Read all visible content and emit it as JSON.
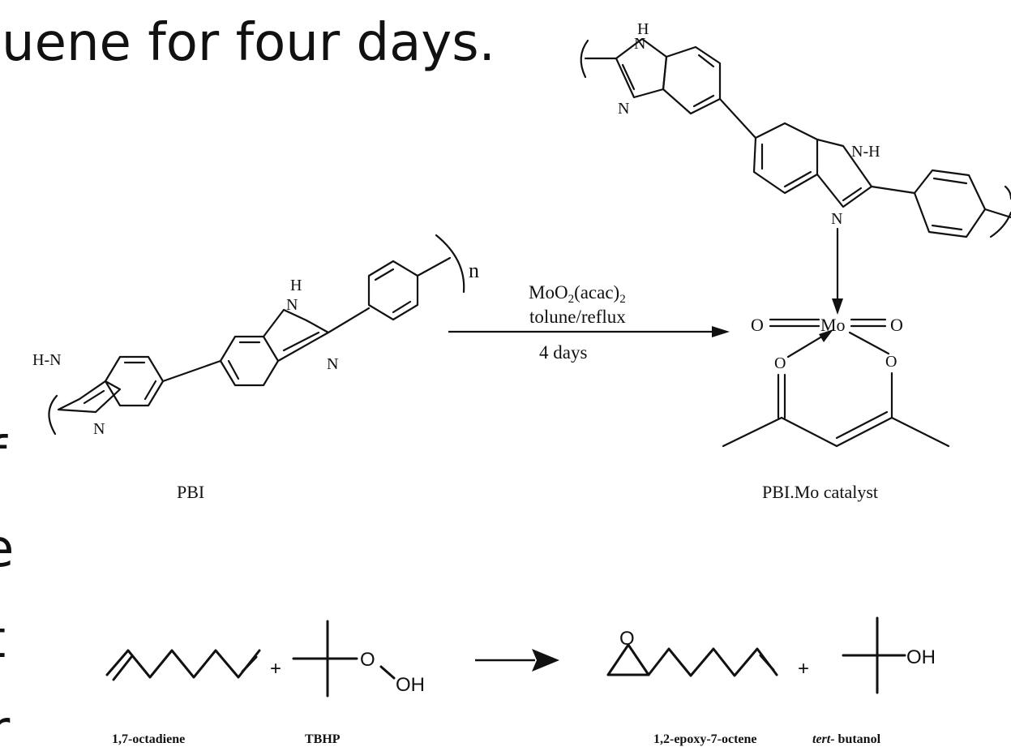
{
  "slide": {
    "heading_fragment": "uene for four days.",
    "left_edge_glyphs": [
      "f",
      "e",
      "t",
      "r"
    ]
  },
  "reaction1": {
    "reagent_line1_base": "MoO",
    "reagent_line1_sub": "2",
    "reagent_line1_mid": "(acac)",
    "reagent_line1_sub2": "2",
    "reagent_line2": "tolune/reflux",
    "reagent_line3": "4 days",
    "reactant_label": "PBI",
    "product_label": "PBI.Mo catalyst",
    "atoms": {
      "hn_left": "H-N",
      "n": "N",
      "h": "H",
      "subscript_n": "n",
      "nh_product": "N-H",
      "mo": "Mo",
      "o": "O"
    }
  },
  "reaction2": {
    "reactant1_label": "1,7-octadiene",
    "reactant2_label": "TBHP",
    "product1_label": "1,2-epoxy-7-octene",
    "product2_label_italic": "tert-",
    "product2_label_rest": " butanol",
    "plus": "+",
    "atoms": {
      "o": "O",
      "oh": "OH"
    }
  }
}
